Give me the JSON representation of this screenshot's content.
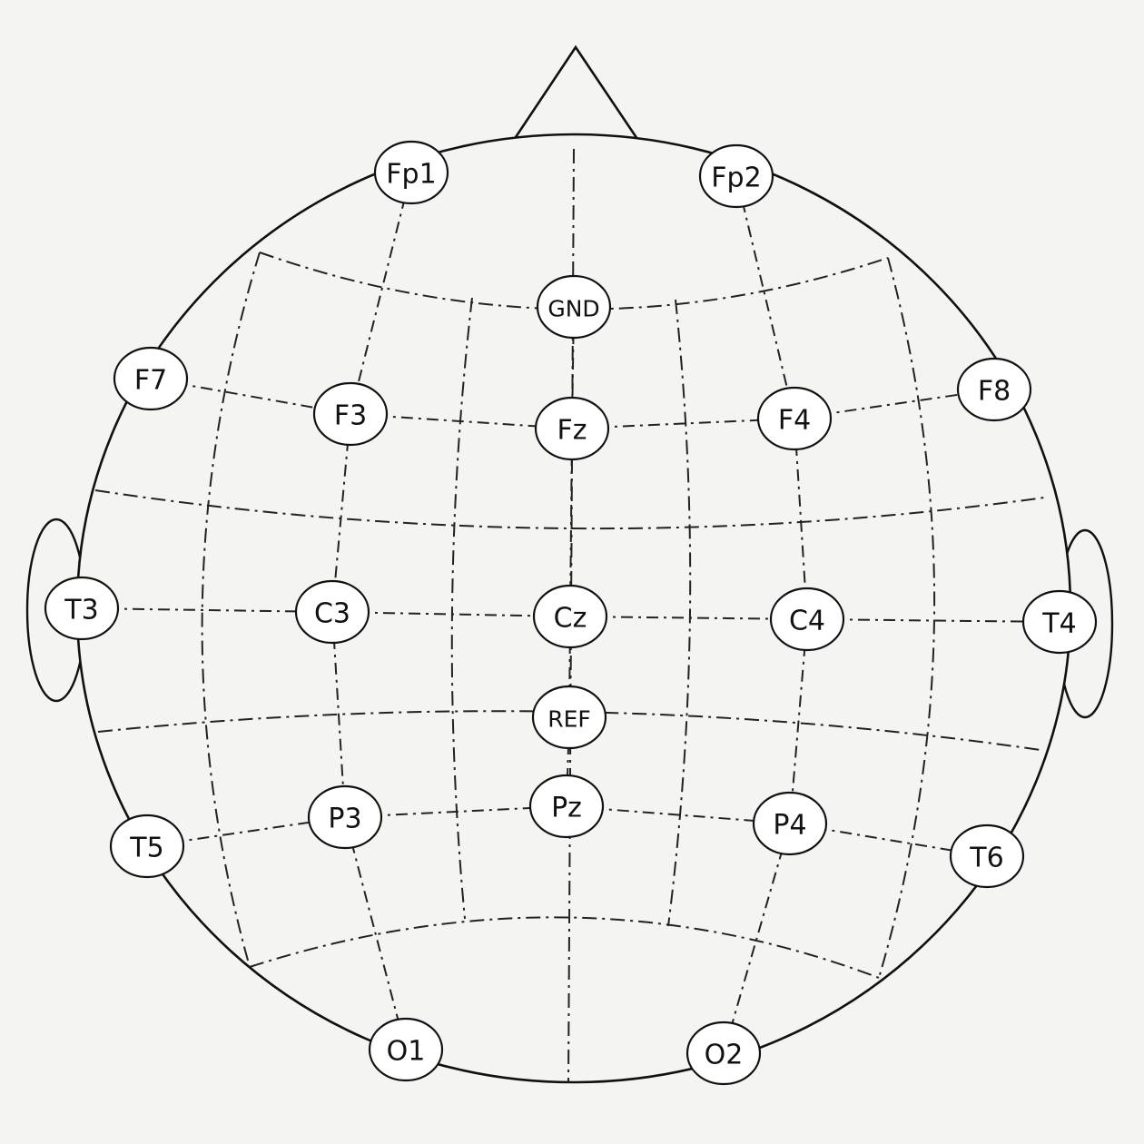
{
  "diagram": {
    "electrodes": [
      {
        "id": "Fp1",
        "label": "Fp1"
      },
      {
        "id": "Fp2",
        "label": "Fp2"
      },
      {
        "id": "GND",
        "label": "GND"
      },
      {
        "id": "F7",
        "label": "F7"
      },
      {
        "id": "F3",
        "label": "F3"
      },
      {
        "id": "Fz",
        "label": "Fz"
      },
      {
        "id": "F4",
        "label": "F4"
      },
      {
        "id": "F8",
        "label": "F8"
      },
      {
        "id": "T3",
        "label": "T3"
      },
      {
        "id": "C3",
        "label": "C3"
      },
      {
        "id": "Cz",
        "label": "Cz"
      },
      {
        "id": "C4",
        "label": "C4"
      },
      {
        "id": "T4",
        "label": "T4"
      },
      {
        "id": "REF",
        "label": "REF"
      },
      {
        "id": "T5",
        "label": "T5"
      },
      {
        "id": "P3",
        "label": "P3"
      },
      {
        "id": "Pz",
        "label": "Pz"
      },
      {
        "id": "P4",
        "label": "P4"
      },
      {
        "id": "T6",
        "label": "T6"
      },
      {
        "id": "O1",
        "label": "O1"
      },
      {
        "id": "O2",
        "label": "O2"
      }
    ],
    "connections": [
      [
        "Fp1",
        "F3"
      ],
      [
        "F3",
        "C3"
      ],
      [
        "C3",
        "P3"
      ],
      [
        "P3",
        "O1"
      ],
      [
        "Fp2",
        "F4"
      ],
      [
        "F4",
        "C4"
      ],
      [
        "C4",
        "P4"
      ],
      [
        "P4",
        "O2"
      ],
      [
        "GND",
        "Fz"
      ],
      [
        "Fz",
        "Cz"
      ],
      [
        "Cz",
        "REF"
      ],
      [
        "REF",
        "Pz"
      ],
      [
        "F7",
        "F3"
      ],
      [
        "F3",
        "Fz"
      ],
      [
        "Fz",
        "F4"
      ],
      [
        "F4",
        "F8"
      ],
      [
        "T3",
        "C3"
      ],
      [
        "C3",
        "Cz"
      ],
      [
        "Cz",
        "C4"
      ],
      [
        "C4",
        "T4"
      ],
      [
        "T5",
        "P3"
      ],
      [
        "P3",
        "Pz"
      ],
      [
        "Pz",
        "P4"
      ],
      [
        "P4",
        "T6"
      ]
    ]
  }
}
